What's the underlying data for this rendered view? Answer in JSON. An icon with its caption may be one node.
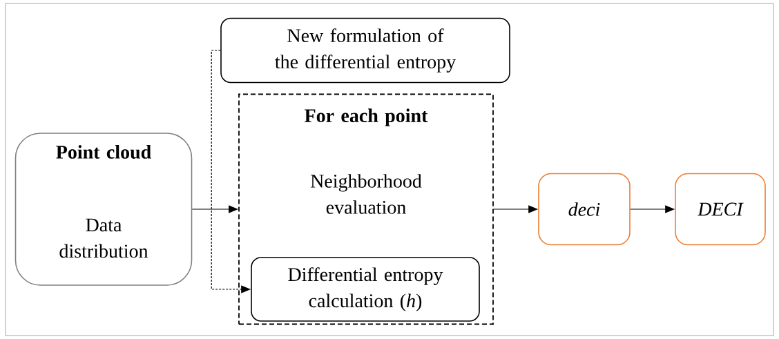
{
  "diagram": {
    "nodes": [
      {
        "text": [
          "Point cloud",
          "Data distribution"
        ]
      },
      {
        "text": [
          "New formulation of the differential entropy"
        ]
      },
      {
        "text": [
          "For each point",
          "Neighborhood evaluation"
        ]
      },
      {
        "text": [
          "Differential entropy calculation (*h*)"
        ],
        "in": 2
      },
      {
        "text": [
          "deci"
        ]
      },
      {
        "text": [
          "DECI"
        ]
      }
    ],
    "edges": [
      {
        "from": 0,
        "to": 2,
        "arrow": "to"
      },
      {
        "from": 1,
        "to": 3,
        "arrow": "to",
        "style": "dashed"
      },
      {
        "from": 2,
        "to": 4,
        "arrow": "to"
      },
      {
        "from": 4,
        "to": 5,
        "arrow": "to"
      }
    ]
  }
}
